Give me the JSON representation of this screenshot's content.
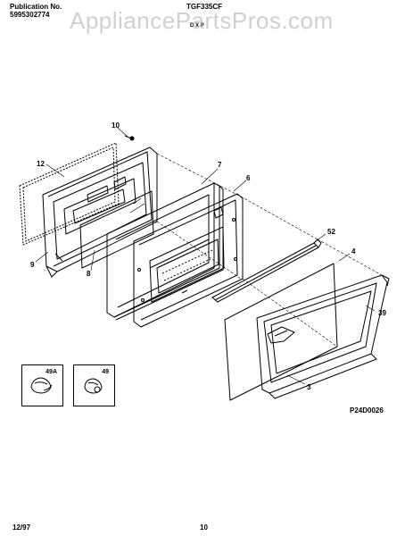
{
  "header": {
    "publication_label": "Publication No.",
    "publication_number": "5995302774",
    "model": "TGF335CF",
    "section": "D X P"
  },
  "watermark": "AppliancePartsPros.com",
  "callouts": {
    "p10": "10",
    "p12": "12",
    "p7": "7",
    "p6": "6",
    "p9": "9",
    "p8": "8",
    "p52": "52",
    "p4": "4",
    "p39": "39",
    "p3": "3"
  },
  "insets": {
    "left_label": "49A",
    "right_label": "49"
  },
  "diagram_code": "P24D0026",
  "footer": {
    "date": "12/97",
    "page": "10"
  }
}
